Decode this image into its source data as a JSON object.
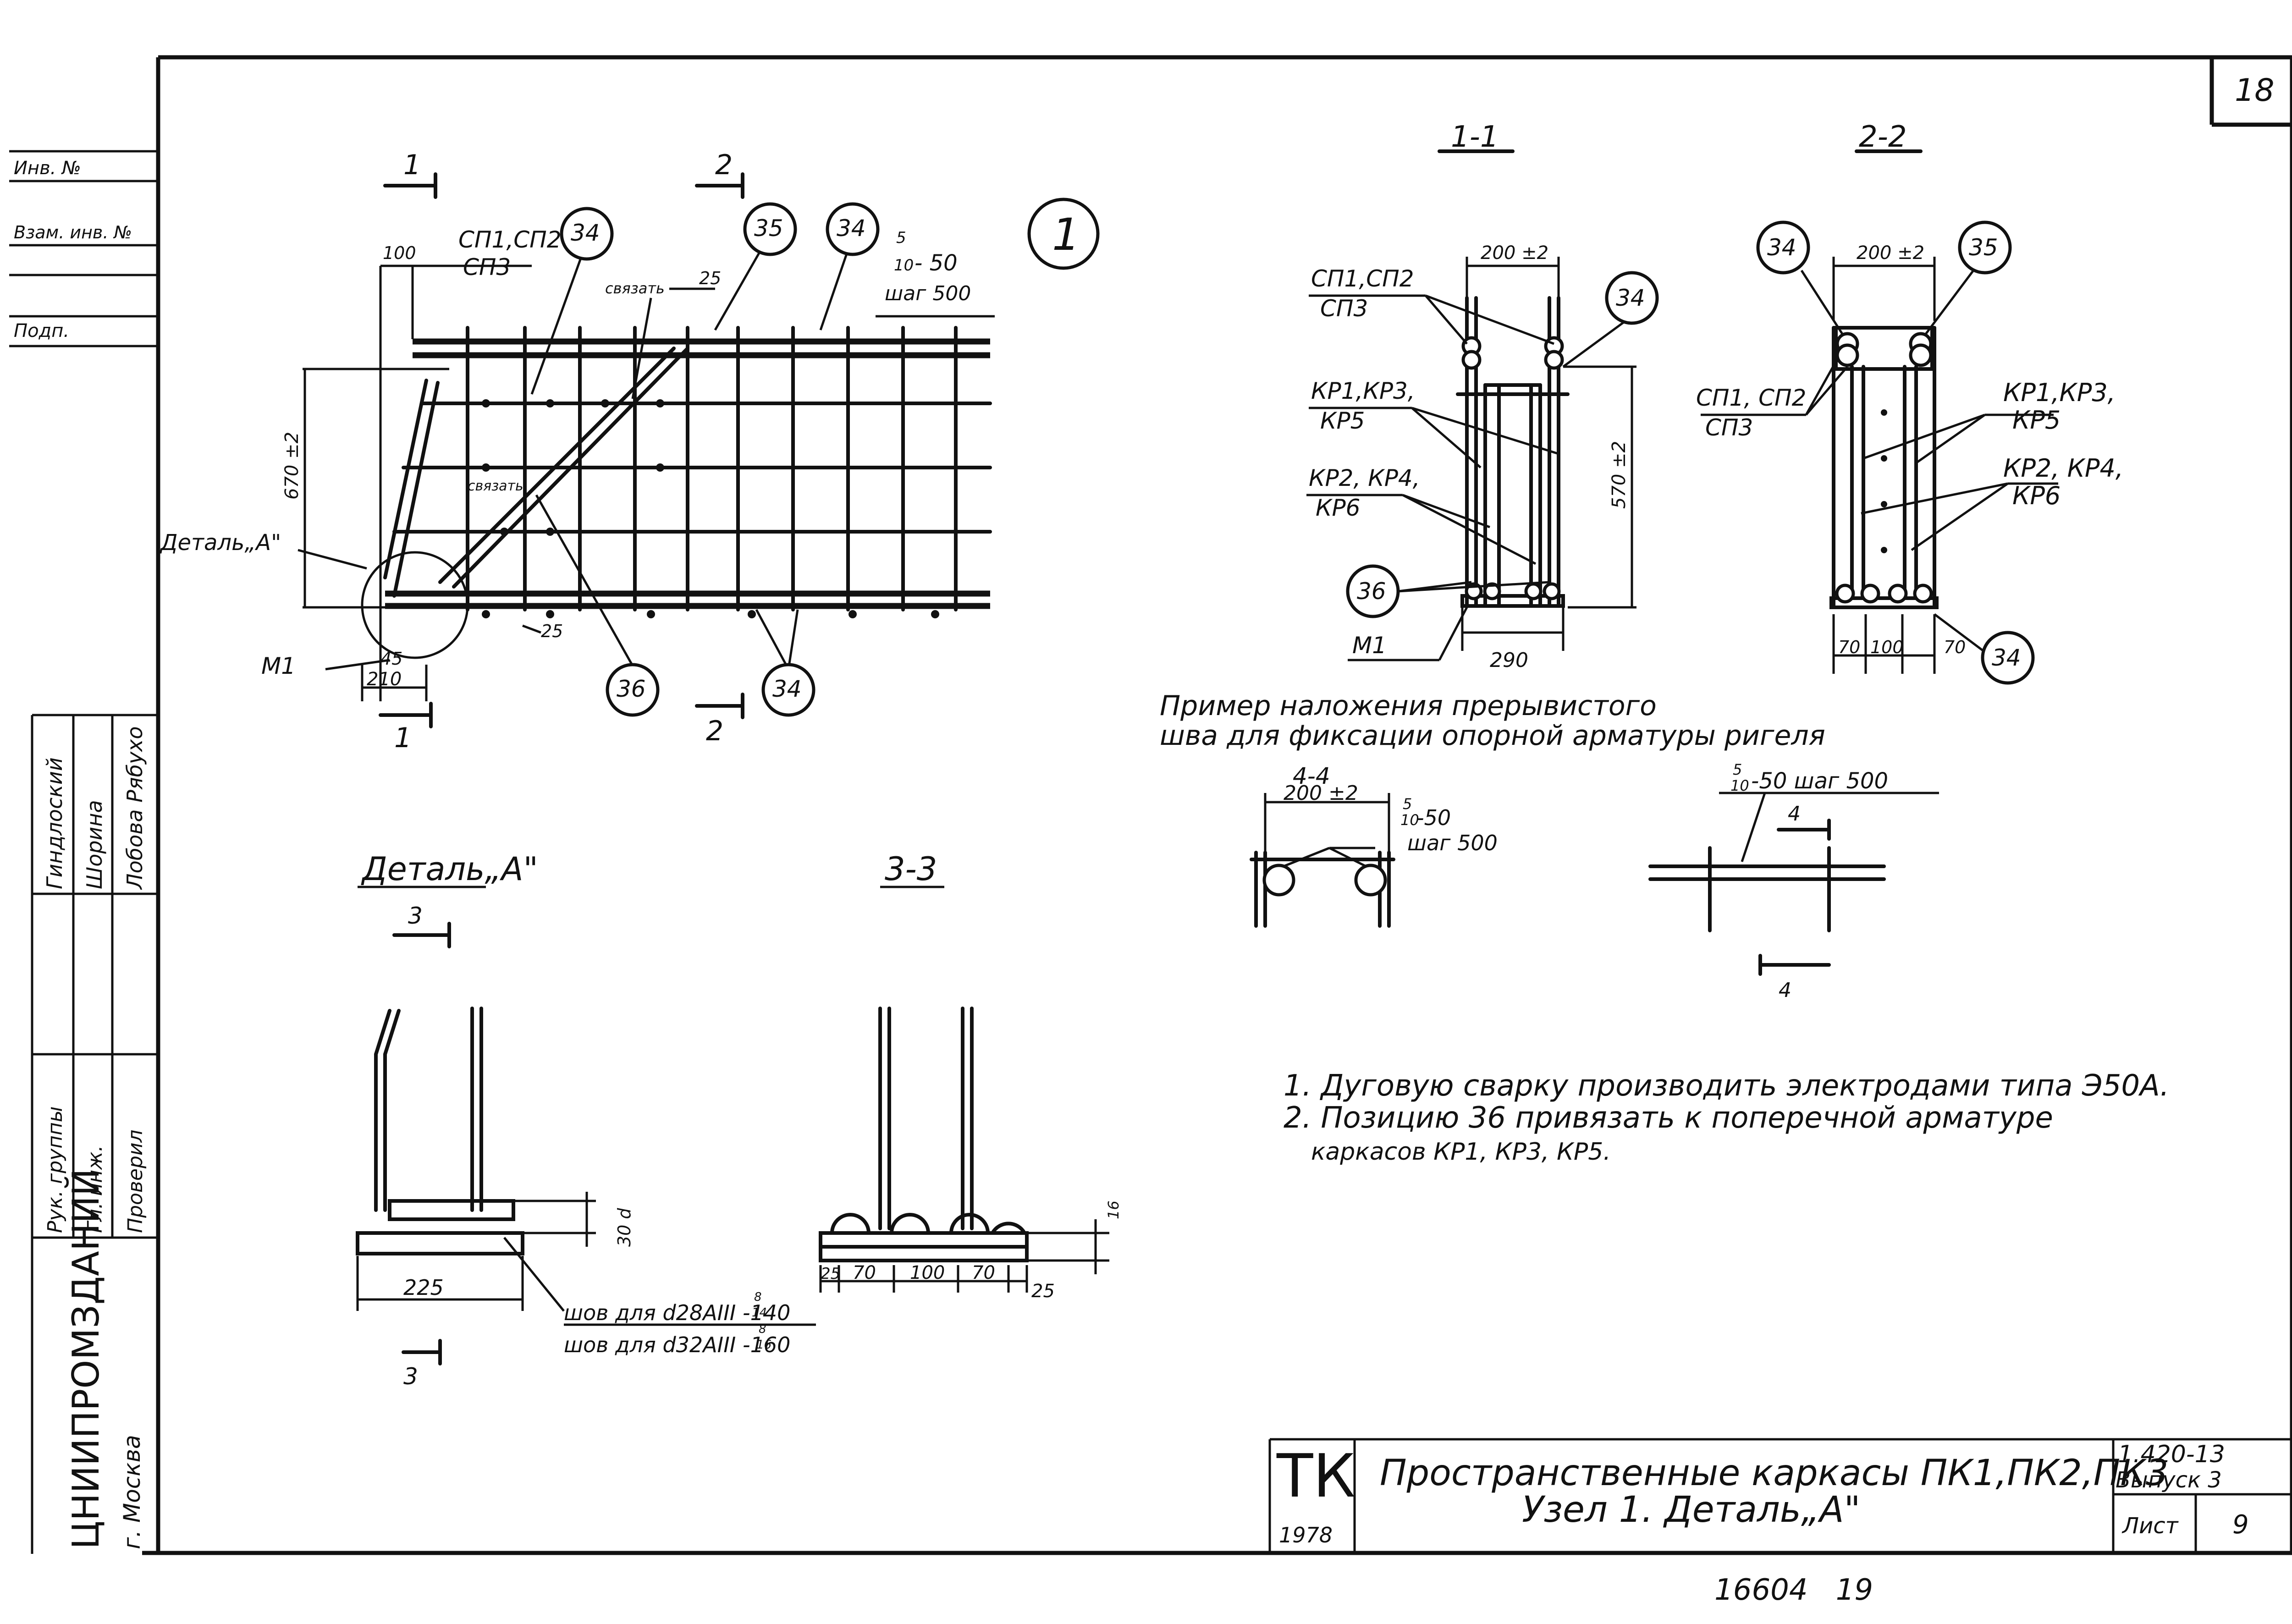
{
  "sheet_number": "18",
  "side_stamp": {
    "top_rows": [
      "Инв. №",
      "Взам. инв. №",
      "Подп."
    ],
    "rows": [
      {
        "role": "Рук. группы",
        "name": "Гиндлоский"
      },
      {
        "role": "Гл. инж.",
        "name": "Шорина"
      },
      {
        "role": "Проверил",
        "name": "Лобова Рябухо"
      }
    ],
    "organization": "ЦНИИПРОМЗДАНИЙ",
    "city": "г. Москва"
  },
  "main_view": {
    "section_marks": [
      "1",
      "2"
    ],
    "node_number": "1",
    "labels": {
      "sp_top_a": "СП1,СП2",
      "sp_top_b": "СП3",
      "tie": "связать",
      "tie2": "связать",
      "weld_a": "5",
      "weld_b": "10",
      "weld_len": "- 50",
      "weld_step": "шаг 500",
      "detail": "Деталь„А\"",
      "m1": "М1"
    },
    "dims": {
      "d100": "100",
      "d25_top": "25",
      "d670": "670 ±2",
      "d45": "45",
      "d210": "210",
      "d25_bot": "25"
    },
    "callouts": [
      "34",
      "35",
      "34",
      "36",
      "34"
    ]
  },
  "section_1_1": {
    "title": "1-1",
    "labels": {
      "sp_a": "СП1,СП2",
      "sp_b": "СП3",
      "kr1_a": "КР1,КР3,",
      "kr1_b": "КР5",
      "kr2_a": "КР2, КР4,",
      "kr2_b": "КР6",
      "m1": "М1"
    },
    "dims": {
      "w200": "200 ±2",
      "h570": "570 ±2",
      "w290": "290"
    },
    "callouts": [
      "34",
      "36"
    ]
  },
  "section_2_2": {
    "title": "2-2",
    "labels": {
      "sp_a": "СП1, СП2",
      "sp_b": "СП3",
      "kr1_a": "КР1,КР3,",
      "kr1_b": "КР5",
      "kr2_a": "КР2, КР4,",
      "kr2_b": "КР6"
    },
    "dims": {
      "w200": "200 ±2",
      "d70a": "70",
      "d100": "100",
      "d70b": "70"
    },
    "callouts": [
      "34",
      "35",
      "34"
    ]
  },
  "weld_example": {
    "heading_line1": "Пример наложения прерывистого",
    "heading_line2": "шва для фиксации опорной арматуры ригеля",
    "section_title": "4-4",
    "dim_200": "200 ±2",
    "weld_a": "5",
    "weld_b": "10",
    "weld_len": "-50",
    "weld_step": "шаг 500",
    "side_weld": "-50 шаг 500",
    "side_weld_a": "5",
    "side_weld_b": "10",
    "section_mark": "4"
  },
  "detail_a": {
    "title": "Деталь„А\"",
    "section_mark": "3",
    "dims": {
      "d225": "225",
      "d30": "30 d"
    },
    "weld_note_1": "шов для d28АIII -140",
    "weld_note_1_frac_a": "8",
    "weld_note_1_frac_b": "14",
    "weld_note_2": "шов для d32АIII -160",
    "weld_note_2_frac_a": "8",
    "weld_note_2_frac_b": "16"
  },
  "section_3_3": {
    "title": "3-3",
    "dims": [
      "25",
      "70",
      "100",
      "70",
      "25"
    ],
    "dim_16": "16"
  },
  "notes": [
    "1. Дуговую сварку производить электродами типа Э50А.",
    "2. Позицию 36 привязать к поперечной арматуре",
    "каркасов КР1, КР3, КР5."
  ],
  "title_block": {
    "stamp": "ТК",
    "year": "1978",
    "title_line1": "Пространственные каркасы ПК1,ПК2,ПК3",
    "title_line2": "Узел 1. Деталь„А\"",
    "series": "1.420-13",
    "issue": "Выпуск 3",
    "sheet_label": "Лист",
    "sheet_no": "9"
  },
  "bottom_numbers": "16604   19"
}
